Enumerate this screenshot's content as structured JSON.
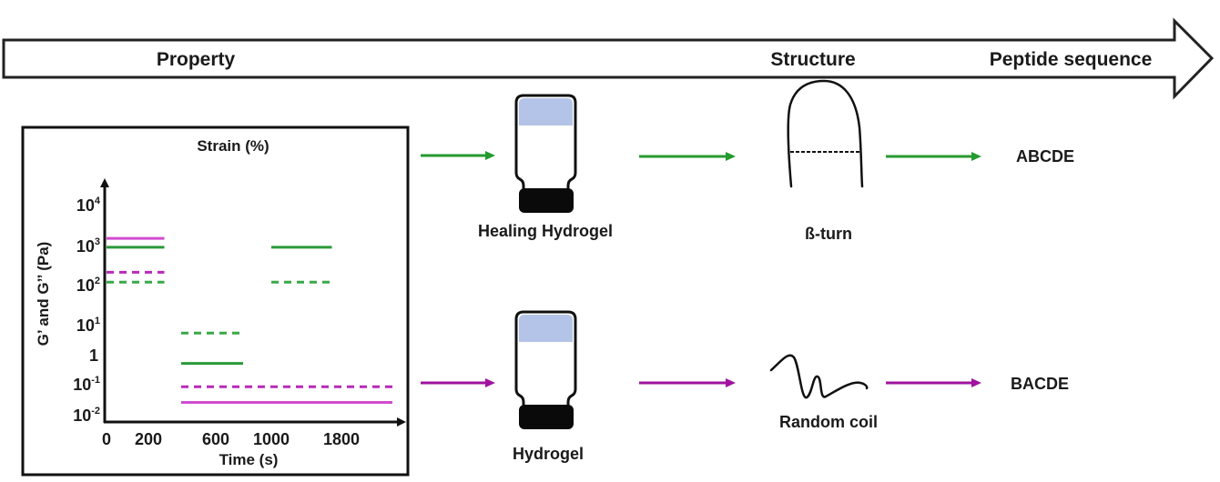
{
  "banner": {
    "labels": [
      "Property",
      "Structure",
      "Peptide sequence"
    ]
  },
  "colors": {
    "vial_gel": "#b4c4e8",
    "vial_cap": "#0a0a0a"
  },
  "rows": [
    {
      "arrow_color": "#259a2e",
      "vial_label": "Healing Hydrogel",
      "structure_label": "ß-turn",
      "sequence": "ABCDE"
    },
    {
      "arrow_color": "#a0129f",
      "vial_label": "Hydrogel",
      "structure_label": "Random coil",
      "sequence": "BACDE"
    }
  ],
  "chart_data": {
    "type": "line",
    "title": "Strain (%)",
    "xlabel": "Time (s)",
    "ylabel": "G’ and G’’ (Pa)",
    "yscale": "log",
    "ylim": [
      0.01,
      10000
    ],
    "x_ticks": [
      "0",
      "200",
      "600",
      "1000",
      "1800"
    ],
    "y_ticks": [
      {
        "base": "10",
        "exp": "4"
      },
      {
        "base": "10",
        "exp": "3"
      },
      {
        "base": "10",
        "exp": "2"
      },
      {
        "base": "10",
        "exp": "1"
      },
      {
        "base": "1",
        "exp": ""
      },
      {
        "base": "10",
        "exp": "-1"
      },
      {
        "base": "10",
        "exp": "-2"
      }
    ],
    "grid": false,
    "legend": "none",
    "series": [
      {
        "id": "magenta-solid",
        "color": "#d04cd0",
        "style": "solid",
        "segments": [
          {
            "x": [
              0,
              300
            ],
            "y": 1500
          },
          {
            "x": [
              400,
              2400
            ],
            "y": 0.025
          }
        ]
      },
      {
        "id": "green-solid",
        "color": "#2a9a3a",
        "style": "solid",
        "segments": [
          {
            "x": [
              0,
              300
            ],
            "y": 900
          },
          {
            "x": [
              400,
              800
            ],
            "y": 0.5
          },
          {
            "x": [
              1000,
              1700
            ],
            "y": 900
          }
        ]
      },
      {
        "id": "magenta-dashed",
        "color": "#b82ab8",
        "style": "dashed",
        "segments": [
          {
            "x": [
              0,
              300
            ],
            "y": 200
          },
          {
            "x": [
              400,
              2400
            ],
            "y": 0.08
          }
        ]
      },
      {
        "id": "green-dashed",
        "color": "#3aa848",
        "style": "dashed",
        "segments": [
          {
            "x": [
              0,
              300
            ],
            "y": 110
          },
          {
            "x": [
              400,
              800
            ],
            "y": 5
          },
          {
            "x": [
              1000,
              1700
            ],
            "y": 110
          }
        ]
      }
    ]
  }
}
